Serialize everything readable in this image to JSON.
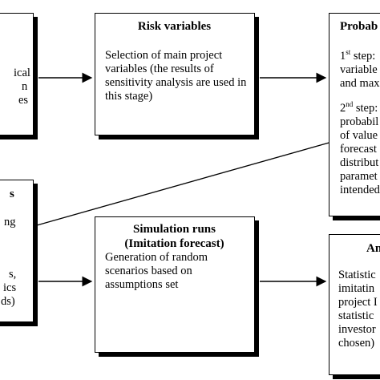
{
  "boxes": {
    "left_top": {
      "lines": [
        "ical",
        "n",
        "es"
      ]
    },
    "risk_variables": {
      "title": "Risk variables",
      "lines": [
        "Selection of main project",
        "variables (the results of",
        "sensitivity analysis are used in",
        "this stage)"
      ]
    },
    "probability": {
      "title": "Probab",
      "step1_prefix": "1",
      "step1_sup": "st",
      "step1_rest": " step:",
      "step1_lines": [
        "variable",
        "and max"
      ],
      "step2_prefix": "2",
      "step2_sup": "nd",
      "step2_rest": " step:",
      "step2_lines": [
        "probabil",
        "of value",
        "forecast",
        "distribut",
        "paramet",
        "intended"
      ]
    },
    "left_bottom": {
      "title": "s",
      "lines": [
        "ng",
        "s,",
        "ics",
        "ds)"
      ]
    },
    "simulation_runs": {
      "title_line1": "Simulation runs",
      "title_line2": "(Imitation forecast)",
      "lines": [
        "Generation of random",
        "scenarios based on",
        "assumptions set"
      ]
    },
    "analysis": {
      "title": "An",
      "lines": [
        "Statistic",
        "imitatin",
        "project I",
        "statistic",
        "investor",
        "chosen)"
      ]
    }
  }
}
